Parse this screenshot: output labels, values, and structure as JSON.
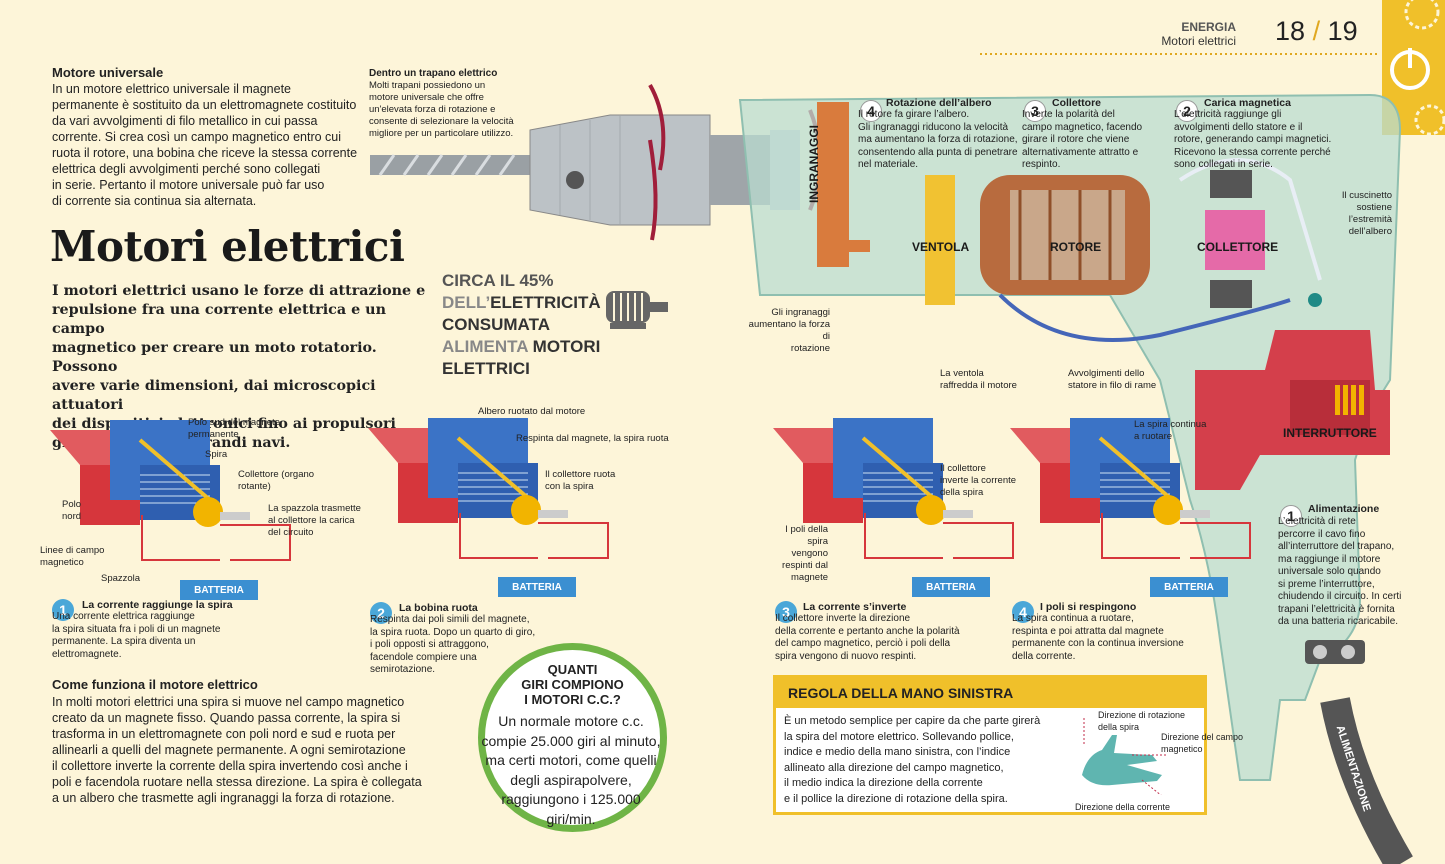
{
  "header": {
    "section": "ENERGIA",
    "subsection": "Motori elettrici",
    "page_left": "18",
    "page_sep": "/",
    "page_right": "19"
  },
  "universal_motor": {
    "title": "Motore universale",
    "text": "In un motore elettrico universale il magnete\npermanente è sostituito da un elettromagnete costituito\nda vari avvolgimenti di filo metallico in cui passa\ncorrente. Si crea così un campo magnetico entro cui\nruota il rotore, una bobina che riceve la stessa corrente\nelettrica degli avvolgimenti perché sono collegati\nin serie. Pertanto il motore universale può far uso\ndi corrente sia continua sia alternata."
  },
  "main": {
    "title": "Motori elettrici",
    "intro": "I motori elettrici usano le forze di attrazione e\nrepulsione fra una corrente elettrica e un campo\nmagnetico per creare un moto rotatorio. Possono\navere varie dimensioni, dai microscopici attuatori\ndei dispositivi elettronici fino ai propulsori\ngiganteschi delle grandi navi."
  },
  "stat": {
    "line1": "CIRCA IL 45%",
    "line2a": "DELL’",
    "line2b": "ELETTRICITÀ",
    "line3": "CONSUMATA",
    "line4a": "ALIMENTA",
    "line4b": " MOTORI",
    "line5": "ELETTRICI",
    "icon": "motor-icon"
  },
  "drill": {
    "title": "Dentro un trapano elettrico",
    "text": "Molti trapani possiedono un\nmotore universale che offre\nun'elevata forza di rotazione e\nconsente di selezionare la velocità\nmigliore per un particolare utilizzo.",
    "label_ingranaggi": "INGRANAGGI",
    "label_ventola": "VENTOLA",
    "label_rotore": "ROTORE",
    "label_collettore": "COLLETTORE",
    "label_interruttore": "INTERRUTTORE",
    "label_alimentazione": "ALIMENTAZIONE",
    "cap_gears": "Gli ingranaggi\naumentano la forza di\nrotazione",
    "cap_fan": "La ventola\nraffredda il motore",
    "cap_windings": "Avvolgimenti dello\nstatore in filo di rame",
    "cap_bearing": "Il cuscinetto\nsostiene\nl’estremità\ndell’albero",
    "steps": [
      {
        "n": "4",
        "title": "Rotazione dell’albero",
        "text": "Il rotore fa girare l’albero.\nGli ingranaggi riducono la velocità\nma aumentano la forza di rotazione,\nconsentendo alla punta di penetrare\nnel materiale."
      },
      {
        "n": "3",
        "title": "Collettore",
        "text": "Inverte la polarità del\ncampo magnetico, facendo\ngirare il rotore che viene\nalternativamente attratto e\nrespinto."
      },
      {
        "n": "2",
        "title": "Carica magnetica",
        "text": "L’elettricità raggiunge gli\navvolgimenti dello statore e il\nrotore, generando campi magnetici.\nRicevono la stessa corrente perché\nsono collegati in serie."
      },
      {
        "n": "1",
        "title": "Alimentazione",
        "text": "L’elettricità di rete\npercorre il cavo fino\nall’interruttore del trapano,\nma raggiunge il motore\nuniversale solo quando\nsi preme l’interruttore,\nchiudendo il circuito. In certi\ntrapani l’elettricità è fornita\nda una batteria ricaricabile."
      }
    ]
  },
  "diagrams": {
    "battery": "BATTERIA",
    "d1": {
      "cap_south": "Polo sud del magnete\npermanente",
      "cap_loop": "Spira",
      "cap_comm": "Collettore (organo\nrotante)",
      "cap_north": "Polo\nnord",
      "cap_brush_carry": "La spazzola trasmette\nal collettore la carica\ndel circuito",
      "cap_field": "Linee di campo\nmagnetico",
      "cap_brush": "Spazzola",
      "n": "1",
      "title": "La corrente raggiunge la spira",
      "text": "Una corrente elettrica raggiunge\nla spira situata fra i poli di un magnete\npermanente. La spira diventa un\nelettromagnete."
    },
    "d2": {
      "cap_shaft": "Albero ruotato dal motore",
      "cap_push": "Respinta dal magnete, la spira ruota",
      "cap_comm": "Il collettore ruota\ncon la spira",
      "n": "2",
      "title": "La bobina ruota",
      "text": "Respinta dai poli simili del magnete,\nla spira ruota. Dopo un quarto di giro,\ni poli opposti si attraggono,\nfacendole compiere una\nsemirotazione."
    },
    "d3": {
      "cap_comm": "Il collettore\ninverte la corrente\ndella spira",
      "cap_poles": "I poli della\nspira vengono\nrespinti dal\nmagnete",
      "n": "3",
      "title": "La corrente s’inverte",
      "text": "Il collettore inverte la direzione\ndella corrente e pertanto anche la polarità\ndel campo magnetico, perciò i poli della\nspira vengono di nuovo respinti."
    },
    "d4": {
      "cap_loop": "La spira continua\na ruotare",
      "n": "4",
      "title": "I poli si respingono",
      "text": "La spira continua a ruotare,\nrespinta e poi attratta dal magnete\npermanente con la continua inversione\ndella corrente."
    }
  },
  "how_it_works": {
    "title": "Come funziona il motore elettrico",
    "text": "In molti motori elettrici una spira si muove nel campo magnetico\ncreato da un magnete fisso. Quando passa corrente, la spira si\ntrasforma in un elettromagnete con poli nord e sud e ruota per\nallinearli a quelli del magnete permanente. A ogni semirotazione\nil collettore inverte la corrente della spira invertendo così anche i\npoli e facendola ruotare nella stessa direzione. La spira è collegata\na un albero che trasmette agli ingranaggi la forza di rotazione."
  },
  "circle": {
    "title": "QUANTI\nGIRI COMPIONO\nI MOTORI C.C.?",
    "text": "Un normale motore c.c.\ncompie 25.000 giri al minuto,\nma certi motori, come quelli\ndegli aspirapolvere,\nraggiungono i 125.000\ngiri/min."
  },
  "left_hand": {
    "title": "REGOLA DELLA MANO SINISTRA",
    "text": "È un metodo semplice per capire da che parte girerà\nla spira del motore elettrico. Sollevando pollice,\nindice e medio della mano sinistra, con l’indice\nallineato alla direzione del campo magnetico,\nil medio indica la direzione della corrente\ne il pollice la direzione di rotazione della spira.",
    "cap_rotation": "Direzione di rotazione\ndella spira",
    "cap_field": "Direzione del campo\nmagnetico",
    "cap_current": "Direzione della corrente"
  },
  "colors": {
    "accent_yellow": "#f0c02a",
    "step_blue": "#4aa7d8",
    "magnet_red": "#d6363c",
    "magnet_blue": "#2f5fb0",
    "circle_green": "#6fb446",
    "background": "#fdf5d9"
  }
}
